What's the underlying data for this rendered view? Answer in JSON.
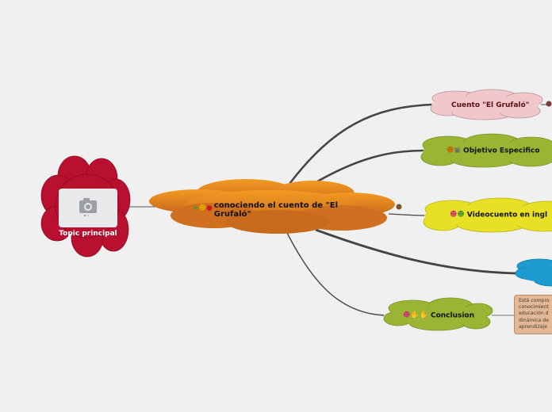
{
  "main_topic": {
    "label_line1": "conociendo el cuento de \"El",
    "label_line2": "Grufaló\"",
    "icons": [
      "leaf-icon",
      "smiley-icon",
      "apple-icon"
    ]
  },
  "floating_topic": {
    "label": "Topic principal",
    "image_icon": "camera-icon"
  },
  "branches": [
    {
      "label": "Cuento \"El Grufaló\"",
      "color": "#f0c8cc"
    },
    {
      "label": "Objetivo Especifico",
      "color": "#9ab534",
      "icons": [
        "face-icon",
        "tv-icon"
      ]
    },
    {
      "label": "Videocuento en ingl",
      "color": "#e8e025",
      "icons": [
        "face-icon",
        "alien-icon"
      ]
    },
    {
      "label": "",
      "color": "#1d9bd0"
    },
    {
      "label": "Conclusion",
      "color": "#9ab534",
      "icons": [
        "heart-face-icon",
        "handshake-icon"
      ]
    }
  ],
  "conclusion_note": {
    "lines": [
      "Está compro",
      "conocimient",
      "educación d",
      "dinámica de",
      "aprendizaje"
    ]
  },
  "colors": {
    "background": "#f0f0f0",
    "main_topic": "#e8861e",
    "floating_topic": "#b8102e"
  }
}
